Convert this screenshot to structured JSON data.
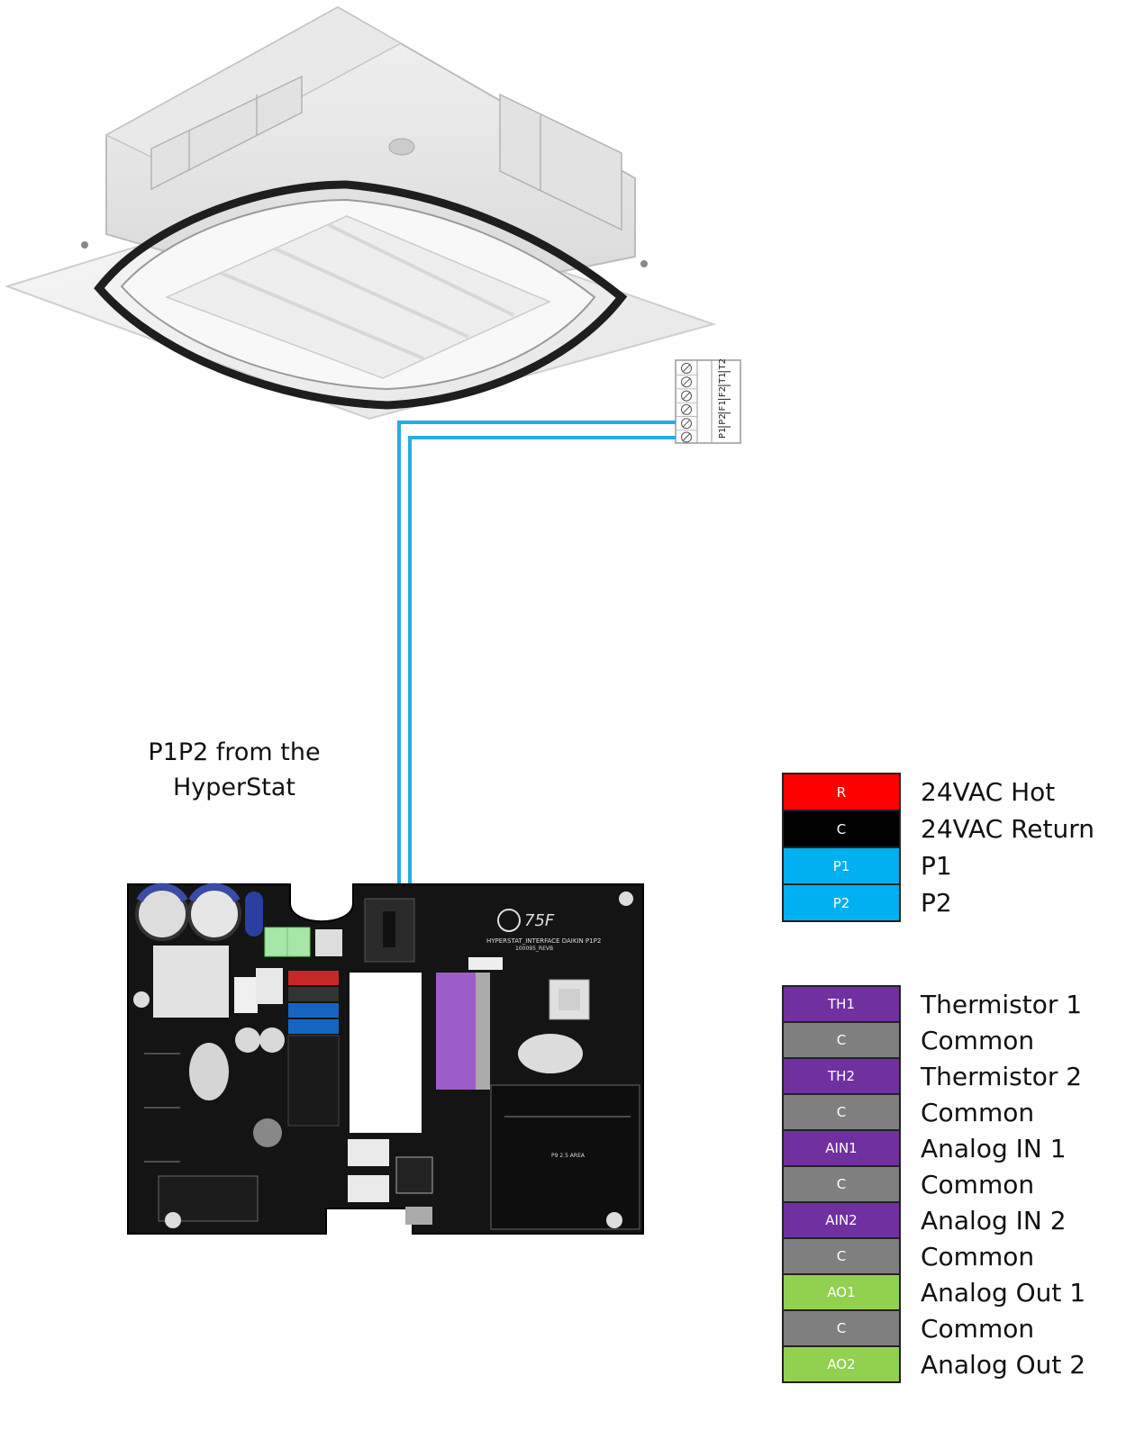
{
  "callout": {
    "line1": "P1P2 from the",
    "line2": "HyperStat"
  },
  "terminal_block": {
    "labels": [
      "P1",
      "P2",
      "F1",
      "F2",
      "T1",
      "T2"
    ]
  },
  "board": {
    "brand": "75F",
    "title": "HYPERSTAT_INTERFACE DAIKIN P1P2",
    "revision": "100095_REVB",
    "area": "P9 2.5 AREA"
  },
  "legend_power": [
    {
      "code": "R",
      "label": "24VAC Hot",
      "color": "#ff0000"
    },
    {
      "code": "C",
      "label": "24VAC Return",
      "color": "#000000"
    },
    {
      "code": "P1",
      "label": "P1",
      "color": "#00b0f0"
    },
    {
      "code": "P2",
      "label": "P2",
      "color": "#00b0f0"
    }
  ],
  "legend_io": [
    {
      "code": "TH1",
      "label": "Thermistor 1",
      "color": "#7030a0"
    },
    {
      "code": "C",
      "label": "Common",
      "color": "#7f7f7f"
    },
    {
      "code": "TH2",
      "label": "Thermistor 2",
      "color": "#7030a0"
    },
    {
      "code": "C",
      "label": "Common",
      "color": "#7f7f7f"
    },
    {
      "code": "AIN1",
      "label": "Analog IN 1",
      "color": "#7030a0"
    },
    {
      "code": "C",
      "label": "Common",
      "color": "#7f7f7f"
    },
    {
      "code": "AIN2",
      "label": "Analog IN 2",
      "color": "#7030a0"
    },
    {
      "code": "C",
      "label": "Common",
      "color": "#7f7f7f"
    },
    {
      "code": "AO1",
      "label": "Analog Out 1",
      "color": "#92d050"
    },
    {
      "code": "C",
      "label": "Common",
      "color": "#7f7f7f"
    },
    {
      "code": "AO2",
      "label": "Analog Out 2",
      "color": "#92d050"
    }
  ],
  "wire_color": "#29abe2"
}
